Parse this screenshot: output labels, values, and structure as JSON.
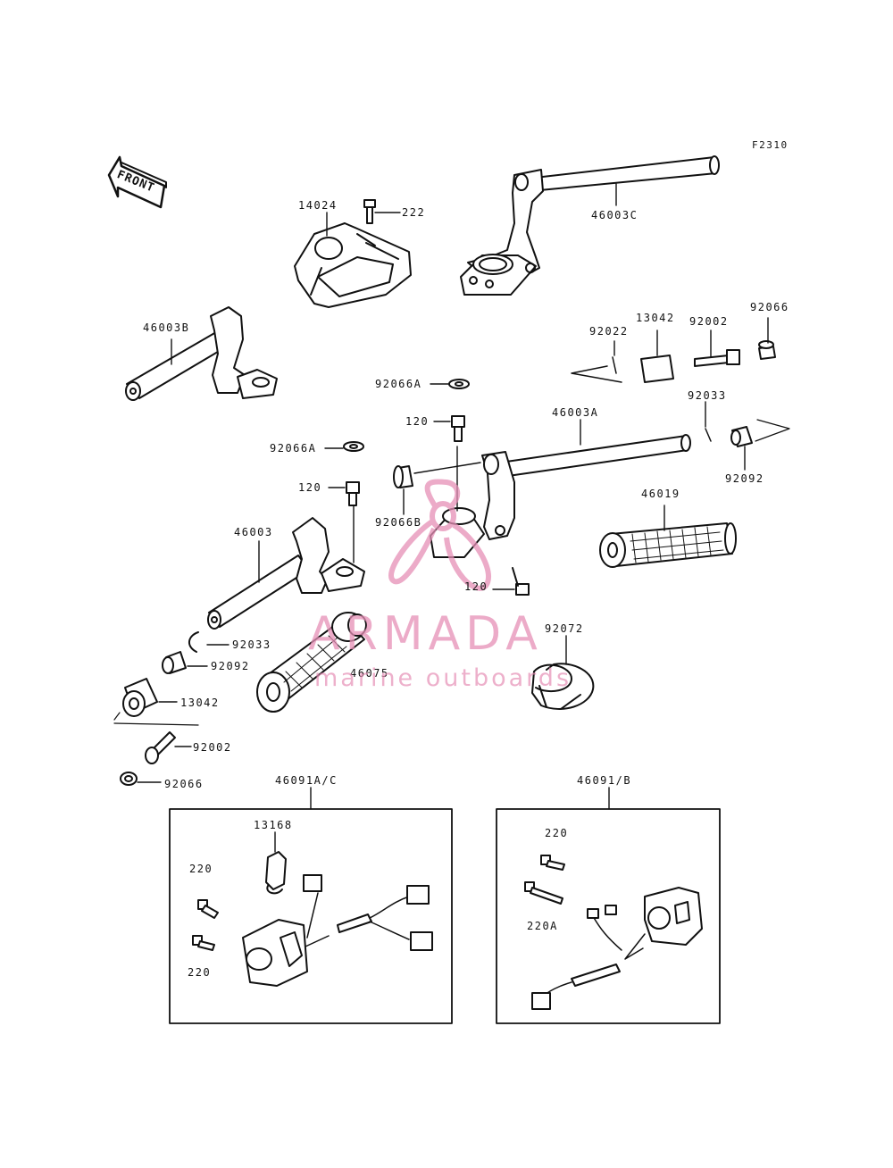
{
  "figure_code": "F2310",
  "direction_label": "FRONT",
  "watermark": {
    "brand": "ARMADA",
    "tagline": "marine outboards",
    "color": "#e68fb6"
  },
  "parts": [
    {
      "id": "p14024",
      "label": "14024"
    },
    {
      "id": "p222",
      "label": "222"
    },
    {
      "id": "p46003C",
      "label": "46003C"
    },
    {
      "id": "p46003B",
      "label": "46003B"
    },
    {
      "id": "p92022",
      "label": "92022"
    },
    {
      "id": "p13042a",
      "label": "13042"
    },
    {
      "id": "p92002a",
      "label": "92002"
    },
    {
      "id": "p92066a",
      "label": "92066"
    },
    {
      "id": "p92066A1",
      "label": "92066A"
    },
    {
      "id": "p92033a",
      "label": "92033"
    },
    {
      "id": "p120a",
      "label": "120"
    },
    {
      "id": "p46003A",
      "label": "46003A"
    },
    {
      "id": "p92066A2",
      "label": "92066A"
    },
    {
      "id": "p92092a",
      "label": "92092"
    },
    {
      "id": "p120b",
      "label": "120"
    },
    {
      "id": "p92066B",
      "label": "92066B"
    },
    {
      "id": "p46019",
      "label": "46019"
    },
    {
      "id": "p46003",
      "label": "46003"
    },
    {
      "id": "p120c",
      "label": "120"
    },
    {
      "id": "p92072",
      "label": "92072"
    },
    {
      "id": "p92033b",
      "label": "92033"
    },
    {
      "id": "p92092b",
      "label": "92092"
    },
    {
      "id": "p46075",
      "label": "46075"
    },
    {
      "id": "p13042b",
      "label": "13042"
    },
    {
      "id": "p92002b",
      "label": "92002"
    },
    {
      "id": "p92066b",
      "label": "92066"
    },
    {
      "id": "p46091AC",
      "label": "46091A/C"
    },
    {
      "id": "p46091B",
      "label": "46091/B"
    },
    {
      "id": "p13168",
      "label": "13168"
    },
    {
      "id": "p220a",
      "label": "220"
    },
    {
      "id": "p220b",
      "label": "220"
    },
    {
      "id": "p220c",
      "label": "220"
    },
    {
      "id": "p220A",
      "label": "220A"
    }
  ]
}
